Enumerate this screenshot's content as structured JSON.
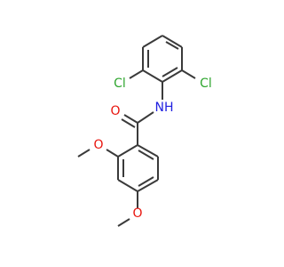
{
  "molecule": {
    "colors": {
      "bond": "#3a3a3a",
      "carbon": "#3a3a3a",
      "chlorine": "#2fa62f",
      "oxygen": "#e8140d",
      "nitrogen": "#2020e0"
    },
    "labels": {
      "cl_left": "Cl",
      "cl_right": "Cl",
      "nh": "NH",
      "o_carbonyl": "O",
      "o_methoxy_upper": "O",
      "o_methoxy_lower": "O"
    }
  }
}
